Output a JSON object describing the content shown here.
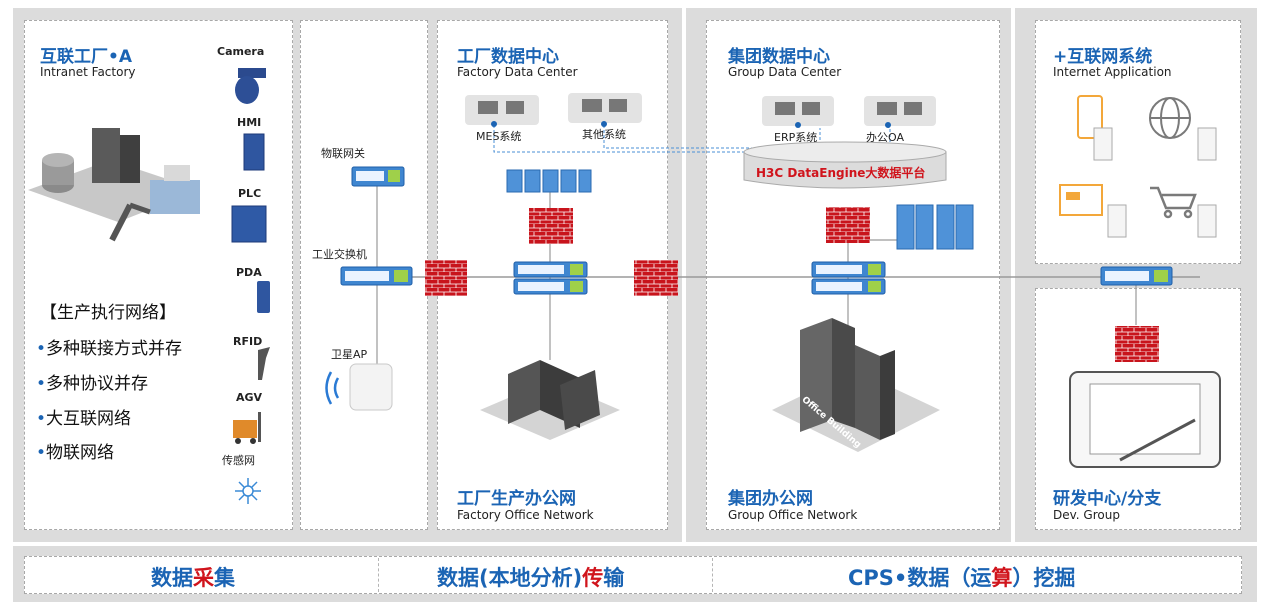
{
  "panels": {
    "factory": {
      "title": "互联工厂•A",
      "subtitle": "Intranet Factory",
      "network_heading": "【生产执行网络】",
      "bullets": [
        "多种联接方式并存",
        "多种协议并存",
        "大互联网络",
        "物联网络"
      ],
      "devices": [
        "Camera",
        "HMI",
        "PLC",
        "PDA",
        "RFID",
        "AGV",
        "传感网"
      ]
    },
    "gateway": {
      "iot_gateway": "物联网关",
      "industrial_switch": "工业交换机",
      "satellite_ap": "卫星AP"
    },
    "factory_dc": {
      "title": "工厂数据中心",
      "subtitle": "Factory Data Center",
      "systems": [
        "MES系统",
        "其他系统"
      ],
      "office_title": "工厂生产办公网",
      "office_subtitle": "Factory Office Network"
    },
    "group_dc": {
      "title": "集团数据中心",
      "subtitle": "Group Data Center",
      "systems": [
        "ERP系统",
        "办公OA"
      ],
      "platform_prefix": "H3C DataEngine",
      "platform_suffix": "大数据平台",
      "office_title": "集团办公网",
      "office_subtitle": "Group Office Network",
      "building_label": "Office Building"
    },
    "internet": {
      "title": "+互联网系统",
      "subtitle": "Internet Application"
    },
    "dev": {
      "title": "研发中心/分支",
      "subtitle": "Dev. Group"
    }
  },
  "bottom": {
    "seg1_a": "数据",
    "seg1_b": "采",
    "seg1_c": "集",
    "seg2_a": "数据(本地分析)",
    "seg2_b": "传",
    "seg2_c": "输",
    "seg3_a": "CPS•数据（运",
    "seg3_b": "算",
    "seg3_c": "）挖掘"
  },
  "colors": {
    "accent": "#1b64b4",
    "highlight": "#d0141c",
    "band": "#dcdcdc"
  }
}
